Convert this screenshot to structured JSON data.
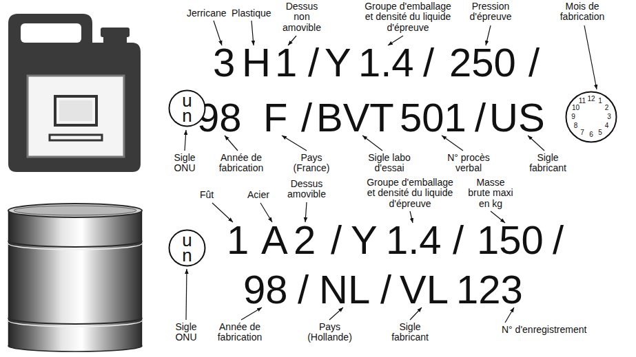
{
  "diagram": {
    "nodes": [
      {
        "text": [
          "u n"
        ]
      },
      {
        "text": [
          "12",
          "1",
          "2",
          "3",
          "4",
          "5",
          "6",
          "7",
          "8",
          "9",
          "10",
          "11"
        ]
      },
      {
        "text": [
          "u n"
        ]
      }
    ],
    "labels": [
      "Jerricane",
      "Plastique",
      "Dessus non amovible",
      "Groupe d'emballage et densité du liquide d'épreuve",
      "Pression d'épreuve",
      "Mois de fabrication",
      "3",
      "H",
      "1",
      "/",
      "Y",
      "1.4",
      "/",
      "250",
      "/",
      "98",
      "F",
      "/",
      "BVT",
      "501",
      "/",
      "US",
      "Sigle ONU",
      "Année de fabrication",
      "Pays (France)",
      "Sigle labo d'essai",
      "N° procès verbal",
      "Sigle fabricant",
      "Fût",
      "Acier",
      "Dessus amovible",
      "Groupe d'emballage et densité du liquide d'épreuve",
      "Masse brute maxi en kg",
      "1",
      "A",
      "2",
      "/",
      "Y",
      "1.4",
      "/",
      "150",
      "/",
      "98",
      "/",
      "NL",
      "/",
      "VL",
      "123",
      "Sigle ONU",
      "Année de fabrication",
      "Pays (Hollande)",
      "Sigle fabricant",
      "N° d'enregistrement"
    ]
  }
}
